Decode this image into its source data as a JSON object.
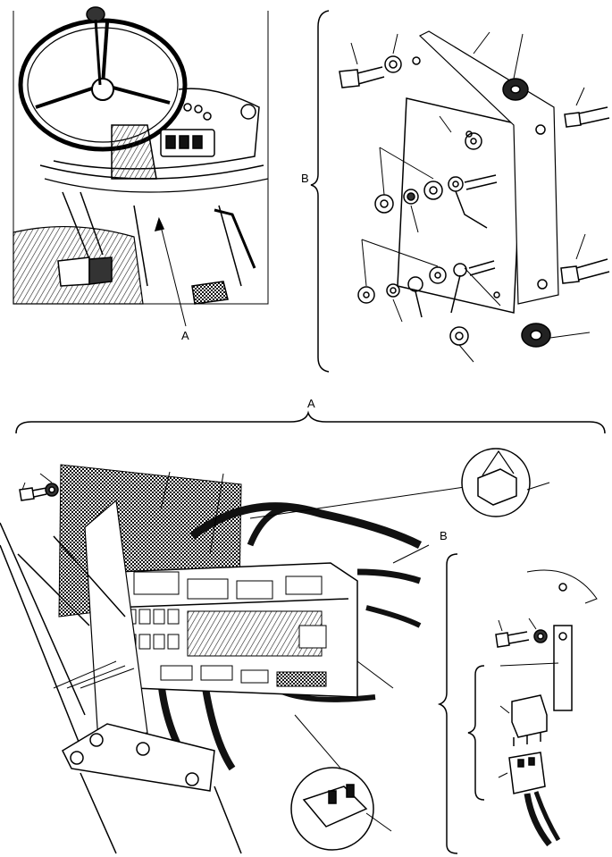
{
  "labels": {
    "callout_a_top": "A",
    "callout_b_left": "B",
    "callout_a_bottom": "A",
    "callout_b_bottom": "B"
  },
  "colors": {
    "ink": "#000000",
    "paper": "#ffffff",
    "hatch": "#1a1a1a"
  }
}
